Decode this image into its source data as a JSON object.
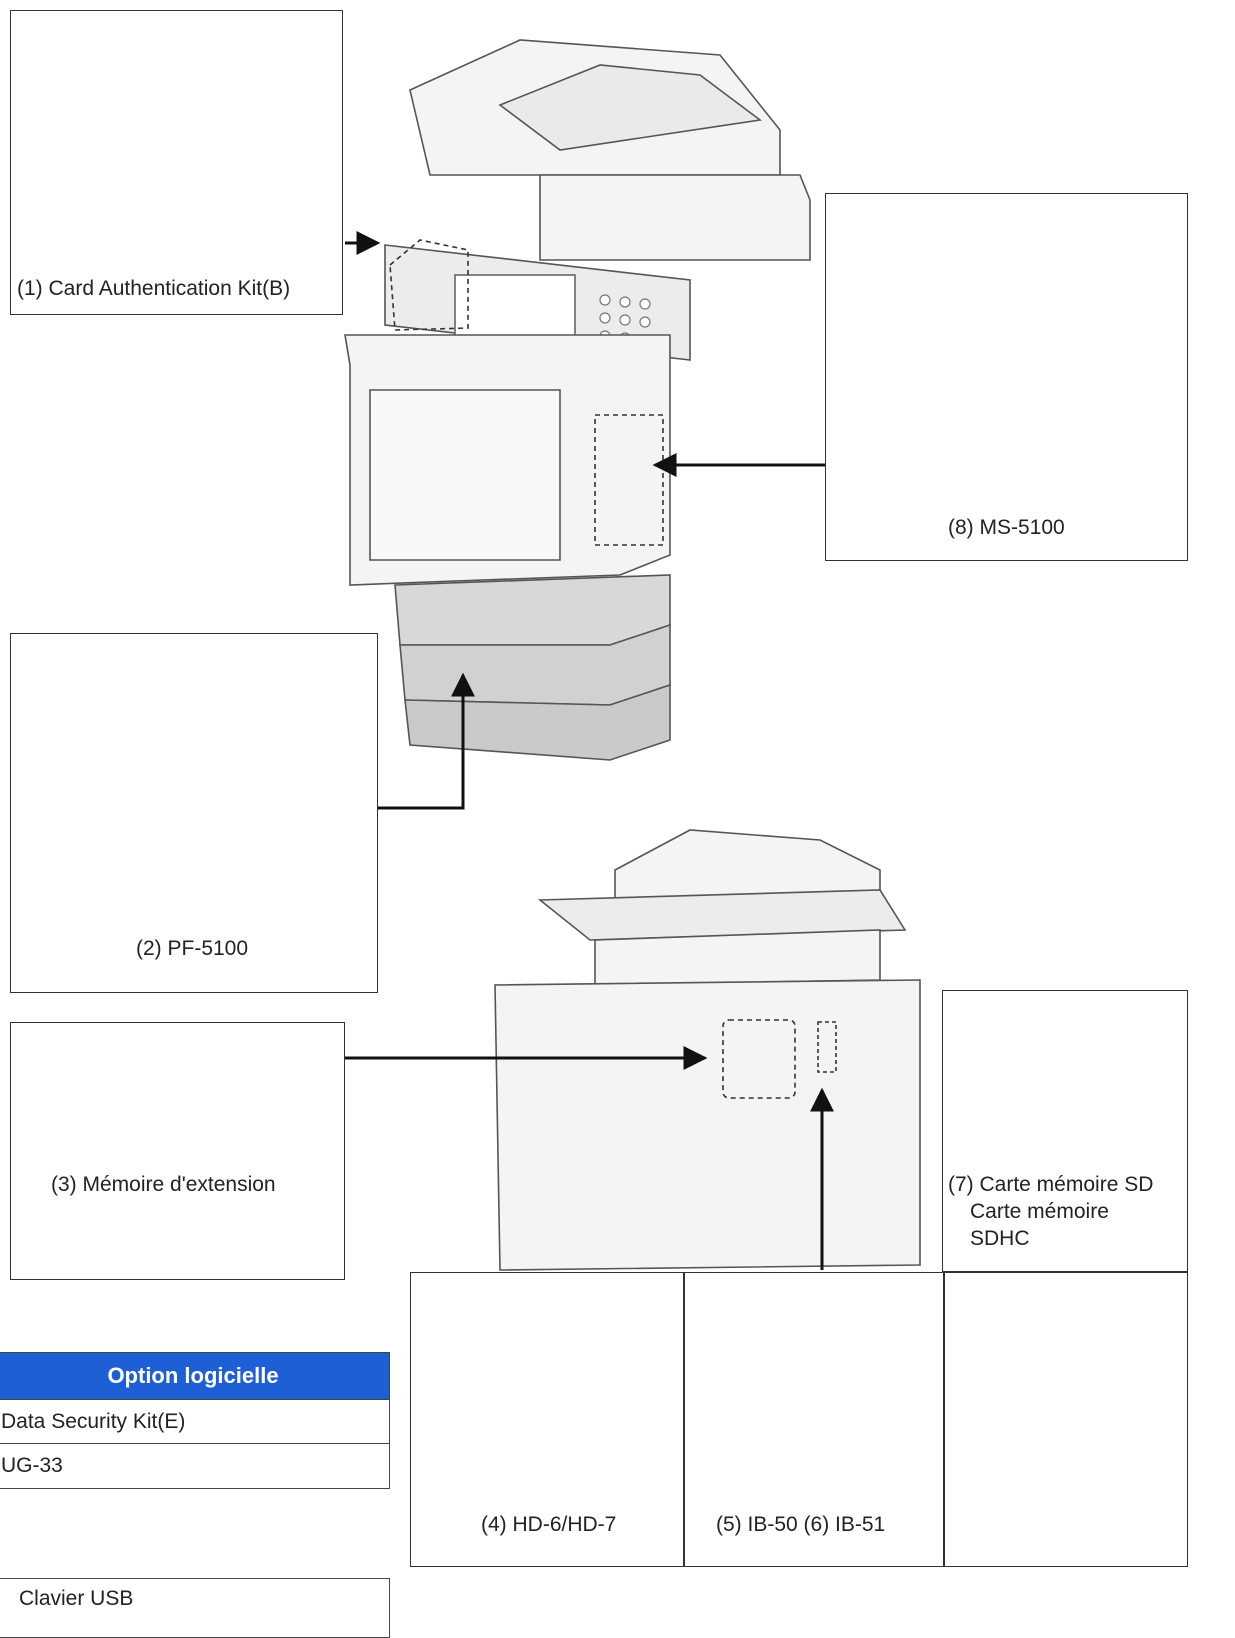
{
  "options": {
    "card_auth": "(1) Card Authentication Kit(B)",
    "pf": "(2) PF-5100",
    "memory": "(3) Mémoire d'extension",
    "hdd": "(4) HD-6/HD-7",
    "ib": "(5) IB-50 (6) IB-51",
    "sd": [
      "(7) Carte mémoire SD",
      "Carte mémoire",
      "SDHC"
    ],
    "ms": "(8) MS-5100"
  },
  "software_table": {
    "header": "Option logicielle",
    "rows": [
      "Data Security Kit(E)",
      "UG-33"
    ]
  },
  "bottom_partial": "Clavier USB",
  "colors": {
    "header_bg": "#1f5fd6",
    "device_gray": "#6f6c78",
    "line": "#333333"
  }
}
